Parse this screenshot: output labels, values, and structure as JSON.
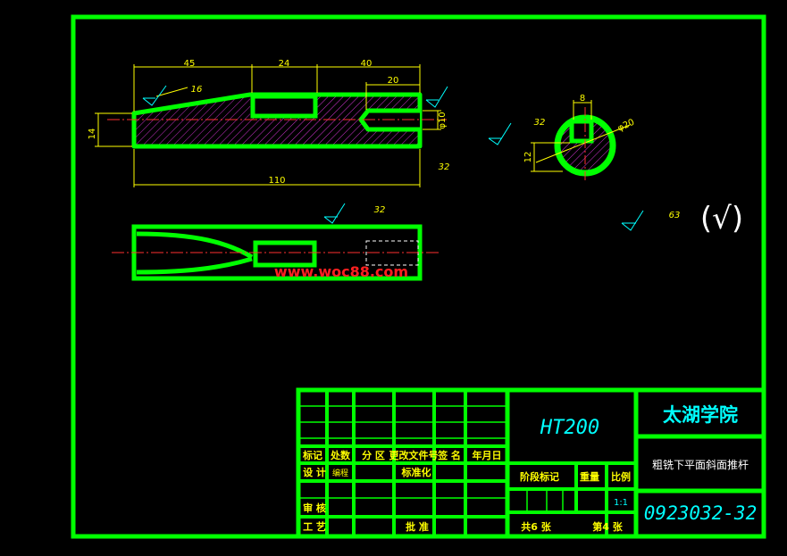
{
  "colors": {
    "background": "#000000",
    "outline": "#00ff00",
    "dimension": "#ffff00",
    "centerline": "#ff3030",
    "hatch": "#cc33cc",
    "cyan": "#00ffff",
    "white": "#ffffff",
    "watermark": "#ff2020"
  },
  "view_front": {
    "dims": {
      "d45": "45",
      "d24": "24",
      "d40": "40",
      "d20": "20",
      "d110": "110",
      "d14": "14",
      "d10": "φ10",
      "angle": "16"
    },
    "roughness": "32"
  },
  "view_section": {
    "dims": {
      "width": "8",
      "height": "12",
      "dia": "φ20"
    },
    "roughness": "32"
  },
  "view_top": {
    "roughness": "32"
  },
  "general_roughness": {
    "value": "63",
    "mark": "(√)"
  },
  "watermark": "www.woc88.com",
  "title_block": {
    "material": "HT200",
    "school": "太湖学院",
    "part_name": "粗铣下平面斜面推杆",
    "drawing_no": "0923032-32",
    "row_labels": [
      "标记",
      "处数",
      "分 区",
      "更改文件号",
      "签 名",
      "年月日"
    ],
    "design_label": "设 计",
    "design_value": "编程",
    "standard_label": "标准化",
    "review_label": "审 核",
    "process_label": "工 艺",
    "approve_label": "批 准",
    "stage_label": "阶段标记",
    "weight_label": "重量",
    "scale_label": "比例",
    "scale_value": "1:1",
    "total_sheets": "共6 张",
    "sheet_no": "第4 张"
  }
}
